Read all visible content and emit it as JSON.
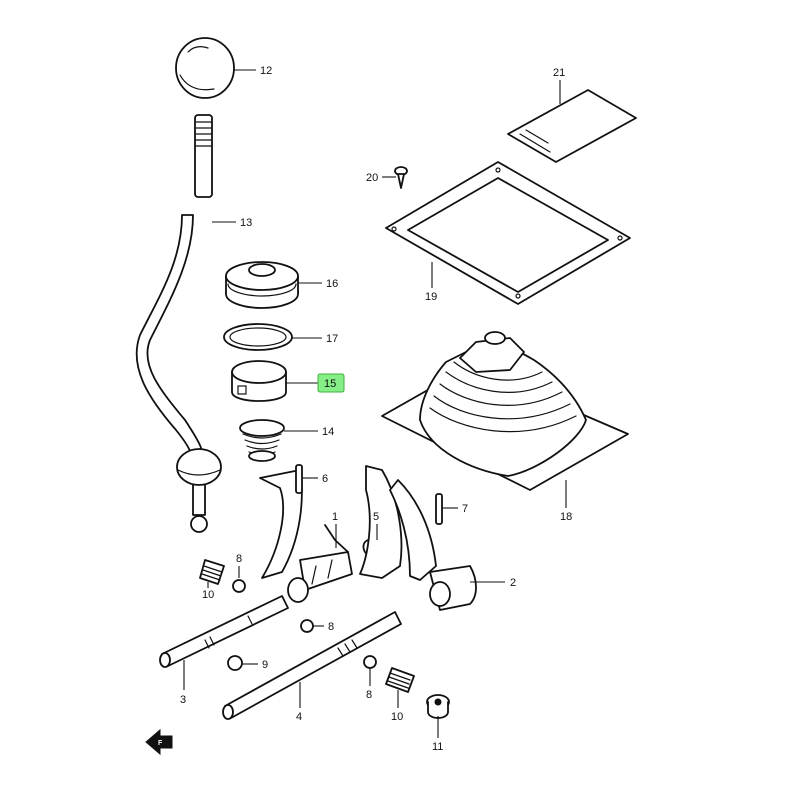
{
  "diagram": {
    "highlight_color": "#86ee86",
    "highlighted_callout": "15",
    "front_marker_text": "F"
  },
  "callouts": {
    "c1": "1",
    "c2": "2",
    "c3": "3",
    "c4": "4",
    "c5": "5",
    "c6": "6",
    "c7": "7",
    "c8a": "8",
    "c8b": "8",
    "c8c": "8",
    "c9": "9",
    "c10a": "10",
    "c10b": "10",
    "c11": "11",
    "c12": "12",
    "c13": "13",
    "c14": "14",
    "c15": "15",
    "c16": "16",
    "c17": "17",
    "c18": "18",
    "c19": "19",
    "c20": "20",
    "c21": "21"
  }
}
